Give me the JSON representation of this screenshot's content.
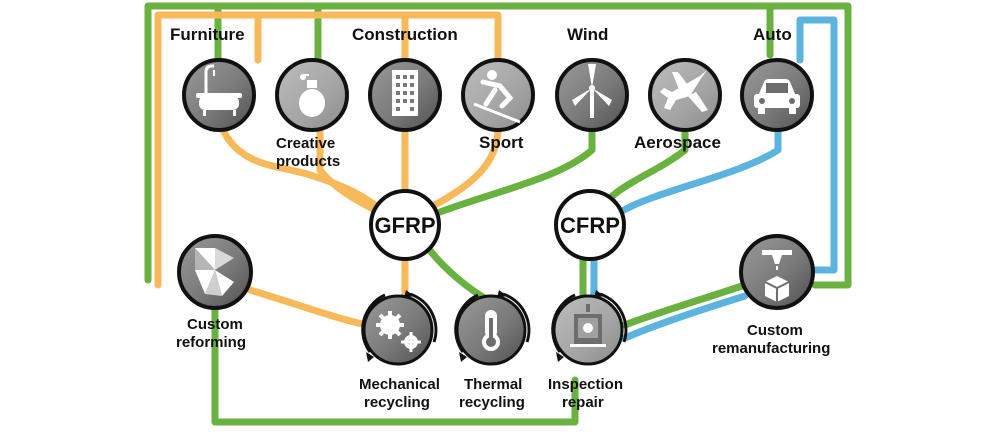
{
  "colors": {
    "glass": "#f7b95a",
    "carbon": "#5bb3de",
    "green": "#6ab23f",
    "node_fill": "#7f7f7f",
    "node_fill_dark": "#5a5a5a",
    "node_stroke": "#111111"
  },
  "sectors": {
    "furniture": "Furniture",
    "creative_1": "Creative",
    "creative_2": "products",
    "construction": "Construction",
    "sport": "Sport",
    "wind": "Wind",
    "aerospace": "Aerospace",
    "auto": "Auto"
  },
  "hubs": {
    "gfrp": "GFRP",
    "cfrp": "CFRP"
  },
  "processes": {
    "custom_reforming_1": "Custom",
    "custom_reforming_2": "reforming",
    "mechanical_1": "Mechanical",
    "mechanical_2": "recycling",
    "thermal_1": "Thermal",
    "thermal_2": "recycling",
    "inspection_1": "Inspection",
    "inspection_2": "repair",
    "remanufacturing_1": "Custom",
    "remanufacturing_2": "remanufacturing"
  },
  "icons": {
    "furniture": "bathtub-icon",
    "creative": "perfume-bottle-icon",
    "construction": "building-icon",
    "sport": "skier-icon",
    "wind": "wind-turbine-icon",
    "aerospace": "jet-icon",
    "auto": "car-icon",
    "custom_reforming": "origami-icon",
    "mechanical": "gears-icon",
    "thermal": "thermometer-icon",
    "inspection": "inspection-panel-icon",
    "remanufacturing": "3d-printer-icon"
  }
}
